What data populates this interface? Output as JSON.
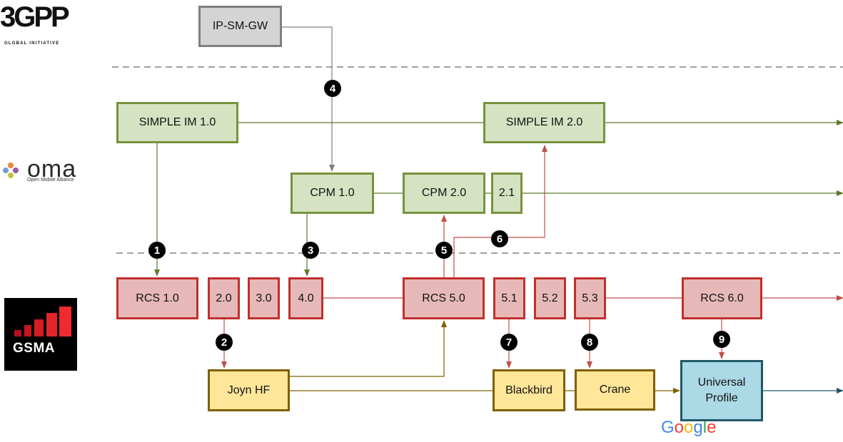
{
  "logos": {
    "threegpp": {
      "name": "3GPP",
      "tagline": "GLOBAL INITIATIVE"
    },
    "oma": {
      "name": "oma",
      "tagline": "Open Mobile Alliance"
    },
    "gsma": {
      "name": "GSMA"
    },
    "google": {
      "letters": [
        "G",
        "o",
        "o",
        "g",
        "l",
        "e"
      ],
      "colors": [
        "#4285F4",
        "#EA4335",
        "#FBBC05",
        "#4285F4",
        "#34A853",
        "#EA4335"
      ]
    }
  },
  "boxes": {
    "ipsmgw": "IP-SM-GW",
    "simple_im_1": "SIMPLE IM 1.0",
    "simple_im_2": "SIMPLE IM 2.0",
    "cpm_1": "CPM 1.0",
    "cpm_2": "CPM 2.0",
    "cpm_21": "2.1",
    "rcs_1": "RCS 1.0",
    "rcs_2": "2.0",
    "rcs_3": "3.0",
    "rcs_4": "4.0",
    "rcs_5": "RCS 5.0",
    "rcs_51": "5.1",
    "rcs_52": "5.2",
    "rcs_53": "5.3",
    "rcs_6": "RCS 6.0",
    "joyn_hf": "Joyn HF",
    "blackbird": "Blackbird",
    "crane": "Crane",
    "universal_profile": "Universal Profile"
  },
  "badges": [
    "1",
    "2",
    "3",
    "4",
    "5",
    "6",
    "7",
    "8",
    "9"
  ],
  "colors": {
    "gray_border": "#7f7f7f",
    "green_border": "#77933c",
    "green_line": "#5d7a2b",
    "red_border": "#c0302d",
    "red_line": "#c0504d",
    "yellow_border": "#7f6000",
    "blue_border": "#215968",
    "dashed": "#808080"
  }
}
